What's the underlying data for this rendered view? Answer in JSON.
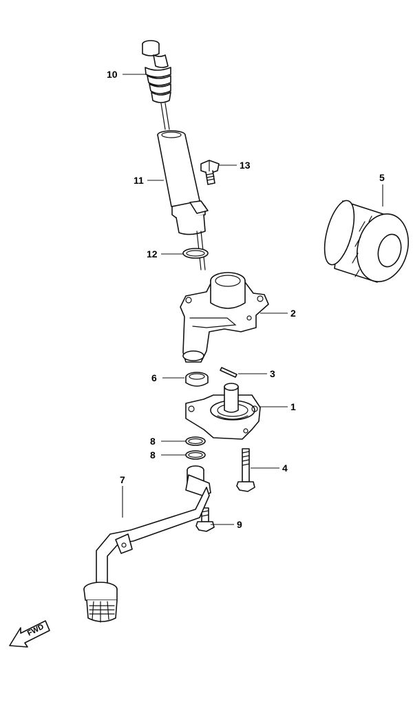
{
  "callouts": [
    {
      "id": "c10",
      "label": "10"
    },
    {
      "id": "c11",
      "label": "11"
    },
    {
      "id": "c13",
      "label": "13"
    },
    {
      "id": "c12",
      "label": "12"
    },
    {
      "id": "c5",
      "label": "5"
    },
    {
      "id": "c2",
      "label": "2"
    },
    {
      "id": "c3",
      "label": "3"
    },
    {
      "id": "c6",
      "label": "6"
    },
    {
      "id": "c1",
      "label": "1"
    },
    {
      "id": "c8a",
      "label": "8"
    },
    {
      "id": "c8b",
      "label": "8"
    },
    {
      "id": "c4",
      "label": "4"
    },
    {
      "id": "c7",
      "label": "7"
    },
    {
      "id": "c9",
      "label": "9"
    }
  ],
  "fwd_badge": "FWD"
}
